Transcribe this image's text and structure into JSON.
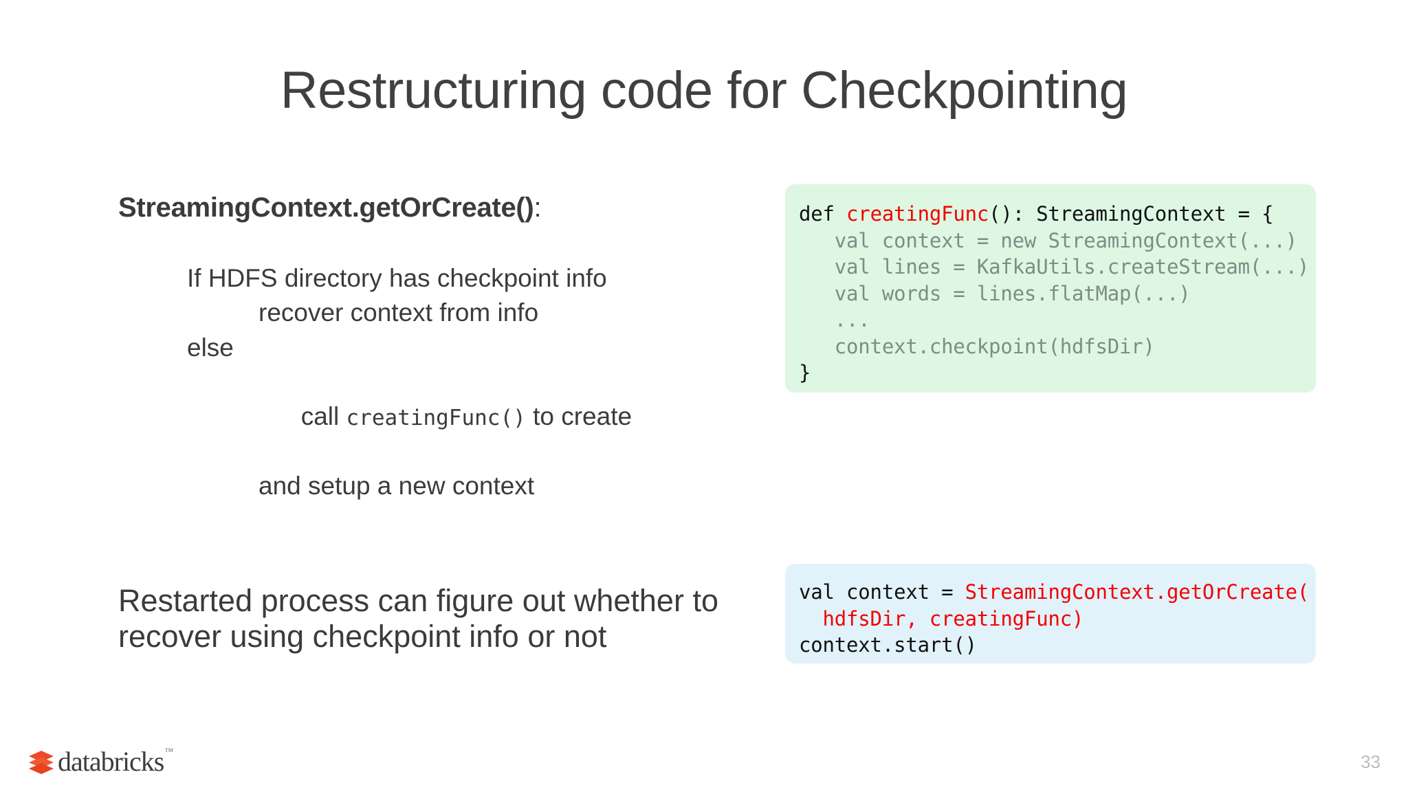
{
  "slide": {
    "title": "Restructuring code for Checkpointing",
    "page_number": "33",
    "title_color": "#404040",
    "body_color": "#3b3b3b"
  },
  "left": {
    "heading": "StreamingContext.getOrCreate()",
    "heading_colon": ":",
    "pseudocode": {
      "line_if": "If HDFS directory has checkpoint info",
      "line_recover": "recover context from info",
      "line_else": "else",
      "line_call_prefix": "call ",
      "line_call_mono": "creatingFunc()",
      "line_call_suffix": " to create",
      "line_setup": "and setup a new context"
    },
    "closing_paragraph": "Restarted process can figure out whether to recover using checkpoint info or not"
  },
  "code_blocks": [
    {
      "name": "creating-func-block",
      "background": "#ddf7e3",
      "lines": [
        {
          "segments": [
            {
              "text": "def ",
              "color": "plain"
            },
            {
              "text": "creatingFunc",
              "color": "red"
            },
            {
              "text": "(): StreamingContext = {",
              "color": "plain"
            }
          ]
        },
        {
          "segments": [
            {
              "text": "   val context = new StreamingContext(...)",
              "color": "gray"
            }
          ]
        },
        {
          "segments": [
            {
              "text": "   val lines = KafkaUtils.createStream(...)",
              "color": "gray"
            }
          ]
        },
        {
          "segments": [
            {
              "text": "   val words = lines.flatMap(...)",
              "color": "gray"
            }
          ]
        },
        {
          "segments": [
            {
              "text": "   ...",
              "color": "gray"
            }
          ]
        },
        {
          "segments": [
            {
              "text": "   context.checkpoint(hdfsDir)",
              "color": "gray"
            }
          ]
        },
        {
          "segments": [
            {
              "text": "}",
              "color": "plain"
            }
          ]
        }
      ]
    },
    {
      "name": "get-or-create-block",
      "background": "#e2f2fa",
      "lines": [
        {
          "segments": [
            {
              "text": "val context = ",
              "color": "plain"
            },
            {
              "text": "StreamingContext.getOrCreate(",
              "color": "red"
            }
          ]
        },
        {
          "segments": [
            {
              "text": "  hdfsDir, creatingFunc)",
              "color": "red"
            }
          ]
        },
        {
          "segments": [
            {
              "text": "context.start()",
              "color": "plain"
            }
          ]
        }
      ]
    }
  ],
  "footer": {
    "logo_text": "databricks",
    "logo_trademark": "™",
    "logo_color": "#ec4a24"
  }
}
